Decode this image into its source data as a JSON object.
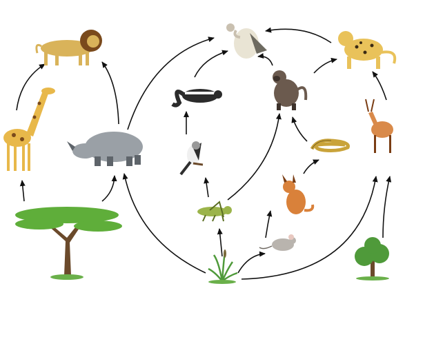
{
  "organisms": [
    {
      "id": "lion",
      "icon": "lion-icon",
      "color": "#d9b35a",
      "accent": "#7a4a1c"
    },
    {
      "id": "giraffe",
      "icon": "giraffe-icon",
      "color": "#e8b84a",
      "accent": "#7a4a1c"
    },
    {
      "id": "acacia",
      "icon": "acacia-tree-icon",
      "color": "#5fae3a",
      "accent": "#6b4a2b"
    },
    {
      "id": "rhino",
      "icon": "rhino-icon",
      "color": "#9aa0a6",
      "accent": "#5e646a"
    },
    {
      "id": "vulture",
      "icon": "vulture-icon",
      "color": "#e9e4d4",
      "accent": "#6d6a60"
    },
    {
      "id": "skunk",
      "icon": "skunk-icon",
      "color": "#2b2b2b",
      "accent": "#f2f2f2"
    },
    {
      "id": "shrike",
      "icon": "bird-icon",
      "color": "#2f2f2f",
      "accent": "#f0f0f0"
    },
    {
      "id": "grasshopper",
      "icon": "grasshopper-icon",
      "color": "#9bb44a",
      "accent": "#5b6e22"
    },
    {
      "id": "grass",
      "icon": "grass-icon",
      "color": "#4f9a3a",
      "accent": "#7a6a3a"
    },
    {
      "id": "baboon",
      "icon": "baboon-icon",
      "color": "#6b5a4e",
      "accent": "#3d322b"
    },
    {
      "id": "snake",
      "icon": "snake-icon",
      "color": "#c9a33a",
      "accent": "#7d6320"
    },
    {
      "id": "caracal",
      "icon": "caracal-icon",
      "color": "#d9813a",
      "accent": "#7a3d14"
    },
    {
      "id": "mouse",
      "icon": "mouse-icon",
      "color": "#b9b4ae",
      "accent": "#6d6760"
    },
    {
      "id": "leopard",
      "icon": "leopard-icon",
      "color": "#e9c25a",
      "accent": "#3a2a14"
    },
    {
      "id": "impala",
      "icon": "impala-icon",
      "color": "#d98a4a",
      "accent": "#7a3d14"
    },
    {
      "id": "bush",
      "icon": "shrub-icon",
      "color": "#4f9a3a",
      "accent": "#6b4a2b"
    }
  ],
  "links": [
    {
      "from": "acacia",
      "to": "giraffe"
    },
    {
      "from": "acacia",
      "to": "rhino"
    },
    {
      "from": "giraffe",
      "to": "lion"
    },
    {
      "from": "rhino",
      "to": "lion"
    },
    {
      "from": "rhino",
      "to": "vulture"
    },
    {
      "from": "grass",
      "to": "rhino"
    },
    {
      "from": "grass",
      "to": "grasshopper"
    },
    {
      "from": "grass",
      "to": "mouse"
    },
    {
      "from": "grass",
      "to": "impala"
    },
    {
      "from": "grasshopper",
      "to": "shrike"
    },
    {
      "from": "grasshopper",
      "to": "baboon"
    },
    {
      "from": "shrike",
      "to": "skunk"
    },
    {
      "from": "skunk",
      "to": "vulture"
    },
    {
      "from": "baboon",
      "to": "vulture"
    },
    {
      "from": "baboon",
      "to": "leopard"
    },
    {
      "from": "leopard",
      "to": "vulture"
    },
    {
      "from": "snake",
      "to": "baboon"
    },
    {
      "from": "caracal",
      "to": "snake"
    },
    {
      "from": "mouse",
      "to": "caracal"
    },
    {
      "from": "bush",
      "to": "impala"
    },
    {
      "from": "impala",
      "to": "leopard"
    }
  ],
  "arrow_color": "#111111"
}
